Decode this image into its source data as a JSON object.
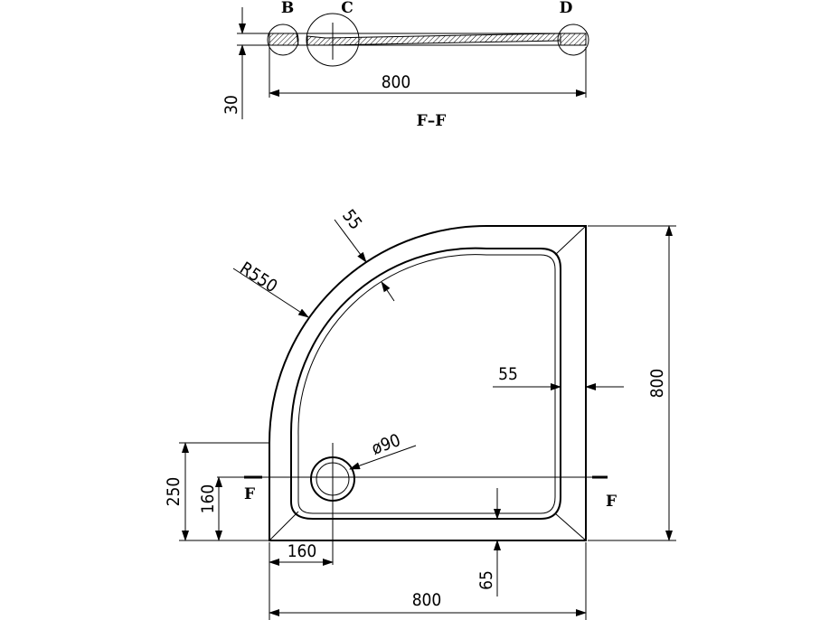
{
  "section": {
    "title": "F–F",
    "detail_labels": [
      "B",
      "C",
      "D"
    ],
    "width": "800",
    "height": "30"
  },
  "plan": {
    "radius": "R550",
    "rim_width_top": "55",
    "rim_width_side": "55",
    "drain_diameter": "ø90",
    "overall_height": "800",
    "overall_width": "800",
    "drain_offset_bottom": "250",
    "drain_center_y": "160",
    "drain_center_x": "160",
    "rim_width_bottom": "65",
    "section_mark_left": "F",
    "section_mark_right": "F"
  }
}
